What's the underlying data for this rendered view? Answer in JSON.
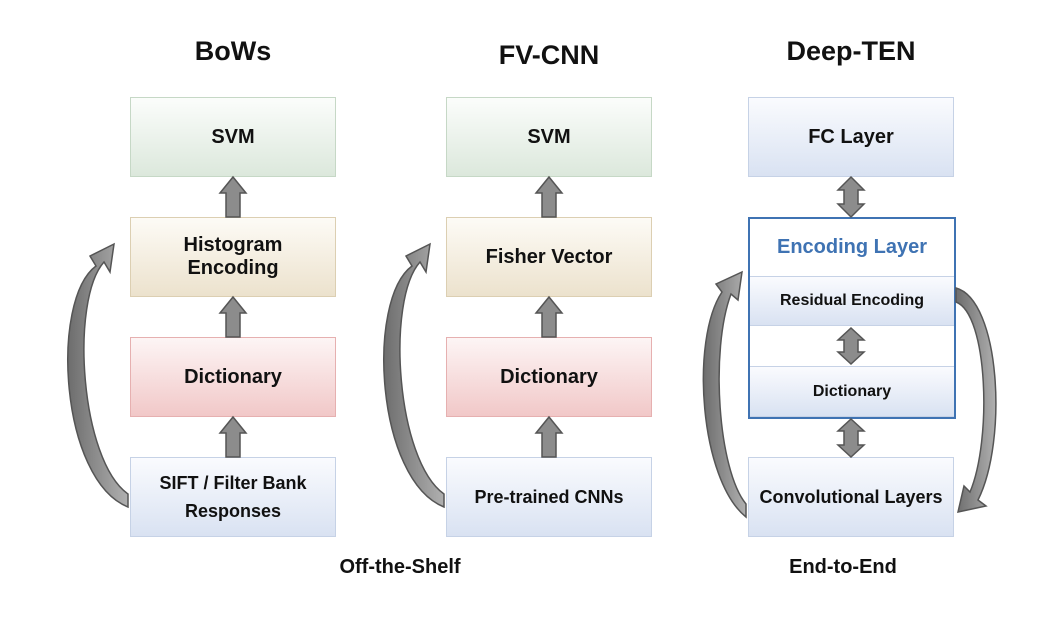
{
  "columns": [
    {
      "title": "BoWs",
      "boxes": [
        "SVM",
        "Histogram Encoding",
        "Dictionary",
        "SIFT / Filter Bank Responses"
      ]
    },
    {
      "title": "FV-CNN",
      "boxes": [
        "SVM",
        "Fisher Vector",
        "Dictionary",
        "Pre-trained CNNs"
      ]
    },
    {
      "title": "Deep-TEN",
      "fc": "FC Layer",
      "encoding_layer": {
        "title": "Encoding Layer",
        "residual": "Residual Encoding",
        "dictionary": "Dictionary"
      },
      "bottom": "Convolutional Layers"
    }
  ],
  "captions": {
    "left": "Off-the-Shelf",
    "right": "End-to-End"
  },
  "colors": {
    "accent": "#3f73b3",
    "arrow_fill": "#8c8c8c",
    "arrow_stroke": "#555555"
  }
}
